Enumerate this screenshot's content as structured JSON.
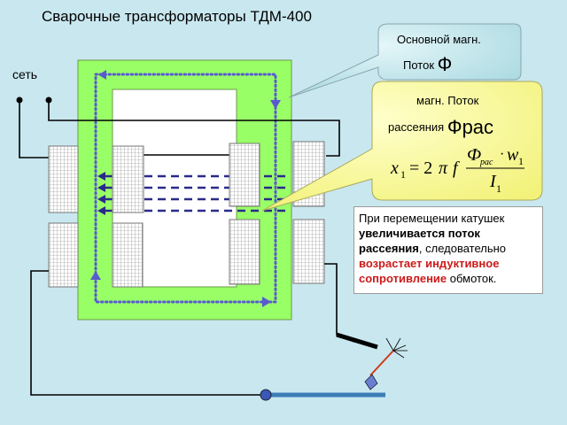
{
  "title": "Сварочные трансформаторы  ТДМ-400",
  "network_label": "сеть",
  "callout_main_flux": {
    "line1": "Основной магн.",
    "line2": "Поток",
    "symbol": "Ф"
  },
  "callout_leakage_flux": {
    "line1": "магн. Поток",
    "line2": "рассеяния",
    "symbol": "Фрас"
  },
  "formula": {
    "lhs_var": "x",
    "lhs_sub": "1",
    "eq": "= 2",
    "pi": "π",
    "f": "f",
    "num_phi": "Ф",
    "num_phi_sub": "рас",
    "num_dot": "·",
    "num_w": "w",
    "num_w_sub": "1",
    "den_i": "I",
    "den_i_sub": "1"
  },
  "explanation": {
    "part1": "При перемещении катушек ",
    "part2_bold": "увеличивается поток рассеяния",
    "part3": ", следовательно ",
    "part4_red": "возрастает индуктивное сопротивление",
    "part5": " обмоток."
  },
  "colors": {
    "background": "#c9e7ef",
    "core": "#99ff66",
    "main_flux_dots": "#5a5ad0",
    "leakage_flux_dashes": "#2a2a8a",
    "callout_main": "#b9e3ea",
    "callout_leakage": "#ffff99",
    "highlight_red": "#cc1a1a"
  }
}
